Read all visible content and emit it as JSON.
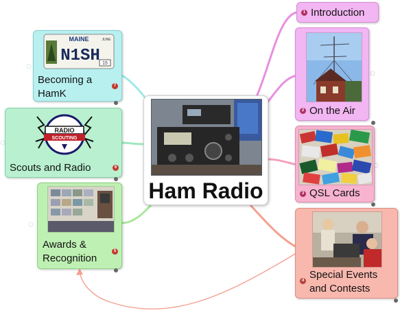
{
  "central": {
    "title": "Ham Radio",
    "image_icon": "radio-transceiver-icon"
  },
  "topics": [
    {
      "id": "introduction",
      "label": "Introduction",
      "order": "1",
      "color": "#f2b6f2",
      "badge_color": "#b03060"
    },
    {
      "id": "on-the-air",
      "label": "On the Air",
      "order": "2",
      "color": "#f2b6f2",
      "badge_color": "#b03060",
      "image_icon": "antenna-tower-icon"
    },
    {
      "id": "qsl-cards",
      "label": "QSL Cards",
      "order": "3",
      "color": "#f7b3d0",
      "badge_color": "#b03060",
      "image_icon": "qsl-cards-icon"
    },
    {
      "id": "special-events",
      "label": "Special Events\nand Contests",
      "order": "4",
      "color": "#f8b8ae",
      "badge_color": "#b5443a",
      "image_icon": "operators-photo-icon"
    },
    {
      "id": "awards",
      "label": "Awards &\nRecognition",
      "order": "5",
      "color": "#bff0b3",
      "badge_color": "#c23a2e",
      "image_icon": "awards-wall-icon"
    },
    {
      "id": "scouts",
      "label": "Scouts and Radio",
      "order": "6",
      "color": "#b8f0d0",
      "badge_color": "#c23a2e",
      "image_icon": "radio-scouting-logo-icon"
    },
    {
      "id": "becoming",
      "label": "Becoming a\nHamK",
      "order": "7",
      "color": "#b8f0f0",
      "badge_color": "#c23a2e",
      "image_icon": "license-plate-icon"
    }
  ],
  "plate": {
    "state": "MAINE",
    "callsign": "N1SH",
    "month": "JUNE",
    "year": "15"
  },
  "scouting_logo": {
    "line1": "RADIO",
    "line2": "SCOUTING"
  },
  "colors": {
    "link_pink": "#e88fe0",
    "link_rose": "#f4a0b8",
    "link_salmon": "#f4a090",
    "link_cyan": "#9ee8e8",
    "link_mint": "#9ee8c0",
    "link_green": "#a8e89a"
  }
}
